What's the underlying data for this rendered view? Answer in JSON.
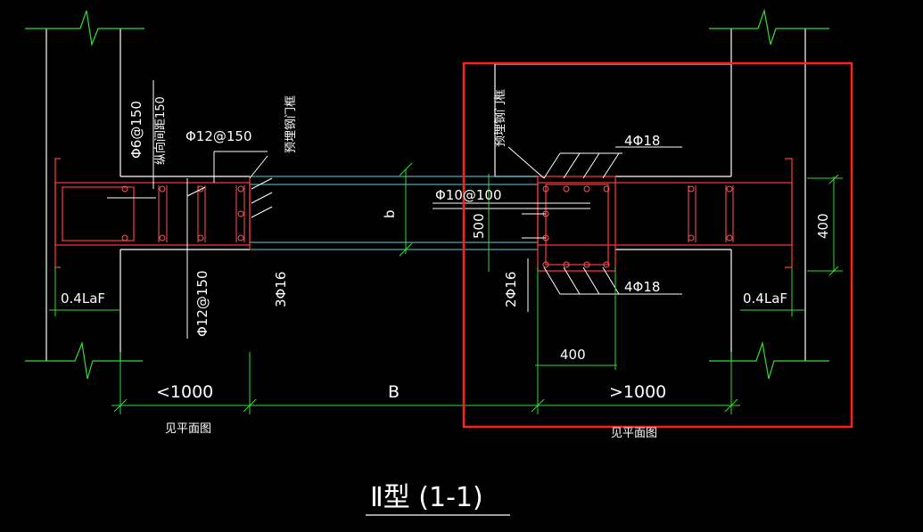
{
  "drawing": {
    "title": "Ⅱ型 (1-1)",
    "labels": {
      "long_bar_spacing": "Φ6@150",
      "long_bar_desc": "纵向间距150",
      "tie_top": "Φ12@150",
      "tie_bottom": "Φ12@150",
      "embedded_frame_left": "预埋钢门框",
      "embedded_frame_right": "预埋钢门框",
      "main_bars_left": "3Φ16",
      "wall_thickness": "b",
      "stirrup": "Φ10@100",
      "top_bars": "4Φ18",
      "bottom_bars": "4Φ18",
      "side_bars": "2Φ16",
      "height_500": "500",
      "height_400": "400",
      "width_400": "400",
      "anchor_left": "0.4LaF",
      "anchor_right": "0.4LaF",
      "dim_left": "<1000",
      "dim_center": "B",
      "dim_right": ">1000",
      "note_left": "见平面图",
      "note_right": "见平面图"
    },
    "colors": {
      "background": "#000000",
      "wall": "#ffffff",
      "concrete_outline": "#ff3b3b",
      "dimension": "#33dd33",
      "opening": "#66ccdd",
      "highlight_box": "#ff2020",
      "text": "#ffffff"
    }
  }
}
